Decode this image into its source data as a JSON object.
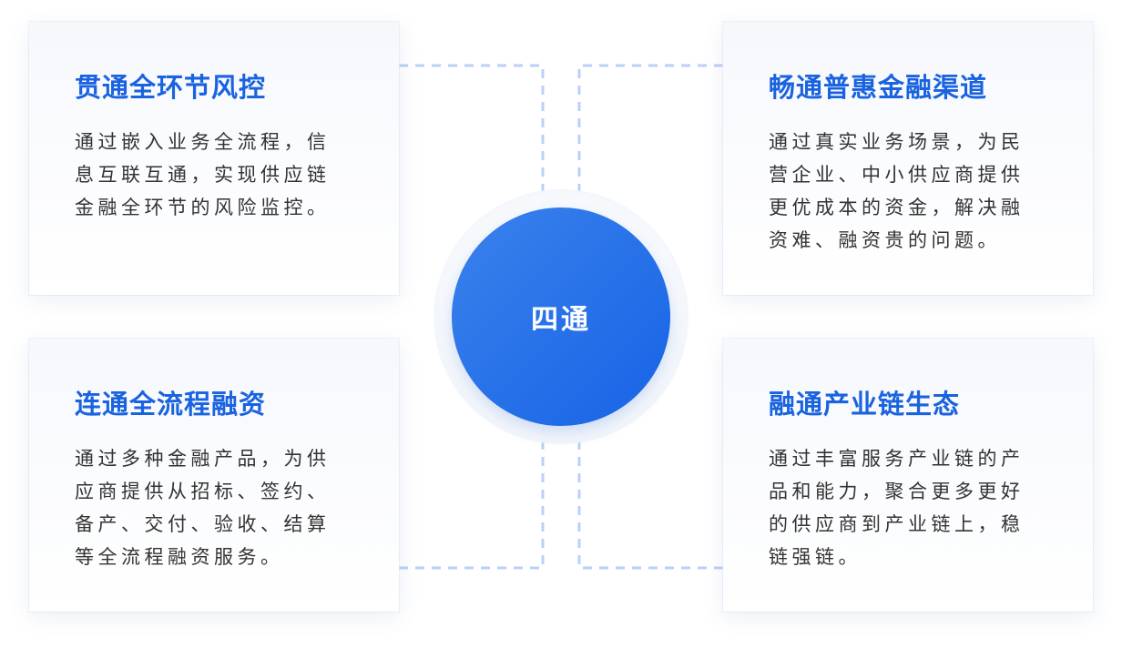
{
  "center": {
    "label": "四通"
  },
  "cards": {
    "top_left": {
      "title": "贯通全环节风控",
      "lines": [
        "通过嵌入业务全流程，信",
        "息互联互通，实现供应链",
        "金融全环节的风险监控。"
      ]
    },
    "top_right": {
      "title": "畅通普惠金融渠道",
      "lines": [
        "通过真实业务场景，为民",
        "营企业、中小供应商提供",
        "更优成本的资金，解决融",
        "资难、融资贵的问题。"
      ]
    },
    "bottom_left": {
      "title": "连通全流程融资",
      "lines": [
        "通过多种金融产品，为供",
        "应商提供从招标、签约、",
        "备产、交付、验收、结算",
        "等全流程融资服务。"
      ]
    },
    "bottom_right": {
      "title": "融通产业链生态",
      "lines": [
        "通过丰富服务产业链的产",
        "品和能力，聚合更多更好",
        "的供应商到产业链上，稳",
        "链强链。"
      ]
    }
  },
  "colors": {
    "accent": "#1a63e0",
    "circle_start": "#1763e6",
    "circle_end": "#3a82ec",
    "connector": "#b9d1f7",
    "body_text": "#333333"
  }
}
